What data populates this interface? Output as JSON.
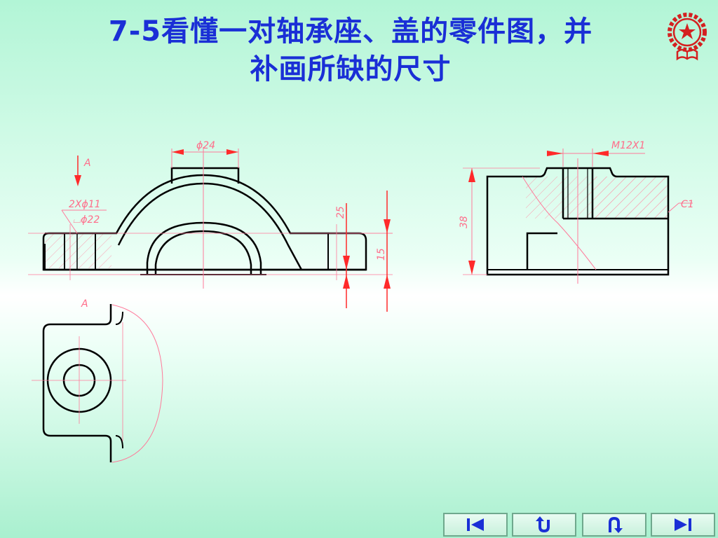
{
  "slide": {
    "title_line1": "7-5看懂一对轴承座、盖的零件图，并",
    "title_line2": "补画所缺的尺寸"
  },
  "drawing": {
    "front_view": {
      "dim_top_diameter": "ϕ24",
      "dim_height_upper": "25",
      "dim_height_lower": "15",
      "hole_callout_line1": "2Xϕ11",
      "hole_callout_line2": "⌴ϕ22",
      "section_mark": "A"
    },
    "side_view": {
      "thread_label": "M12X1",
      "chamfer_label": "C1",
      "dim_height": "38"
    },
    "top_view": {
      "view_label": "A"
    }
  },
  "navigation": {
    "buttons": [
      {
        "name": "first",
        "icon": "skip-first-icon"
      },
      {
        "name": "return",
        "icon": "u-turn-back-icon"
      },
      {
        "name": "return-up",
        "icon": "u-turn-up-icon"
      },
      {
        "name": "last",
        "icon": "skip-last-icon"
      }
    ]
  },
  "colors": {
    "title": "#1a2fd6",
    "dimension": "#ff2a2a",
    "centerline": "#ff7a9a",
    "outline": "#000000",
    "logo": "#d42020"
  }
}
